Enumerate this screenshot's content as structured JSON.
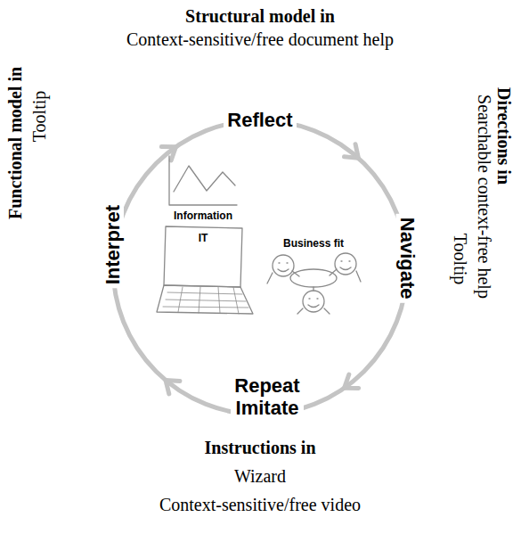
{
  "diagram": {
    "labels": [
      "Structural model in",
      "Context-sensitive/free document help",
      "Reflect",
      "Directions in",
      "Searchable context-free help",
      "Tooltip",
      "Functional model in",
      "Tooltip",
      "Interpret",
      "Information",
      "IT",
      "Business fit",
      "Navigate",
      "Repeat Imitate",
      "Instructions in",
      "Wizard",
      "Context-sensitive/free video"
    ]
  }
}
